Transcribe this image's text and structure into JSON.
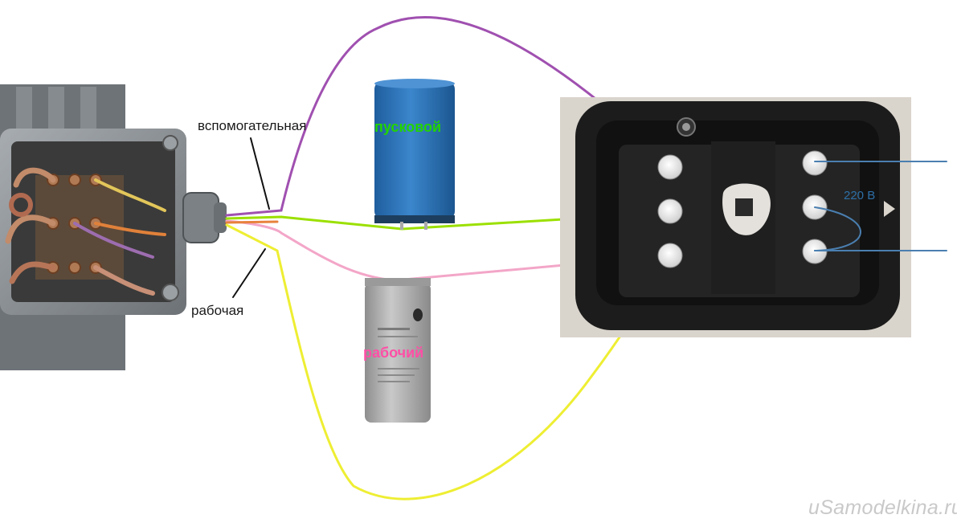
{
  "labels": {
    "aux_wire": "вспомогательная",
    "work_wire": "рабочая",
    "start_capacitor": "пусковой",
    "run_capacitor": "рабочий",
    "voltage": "220 В",
    "watermark": "uSamodelkina.ru"
  },
  "colors": {
    "aux_wire": "#a050b0",
    "start_wire": "#9be000",
    "run_wire": "#f3a6c8",
    "work_wire": "#eeee33",
    "supply_wire": "#4a7fb0",
    "start_cap_body": "#2f73b8",
    "run_cap_body": "#b8b8b8",
    "motor_box": "#8a8f94",
    "terminal_block": "#1c1c1c"
  },
  "icons": [
    "terminal-screw-icon"
  ]
}
